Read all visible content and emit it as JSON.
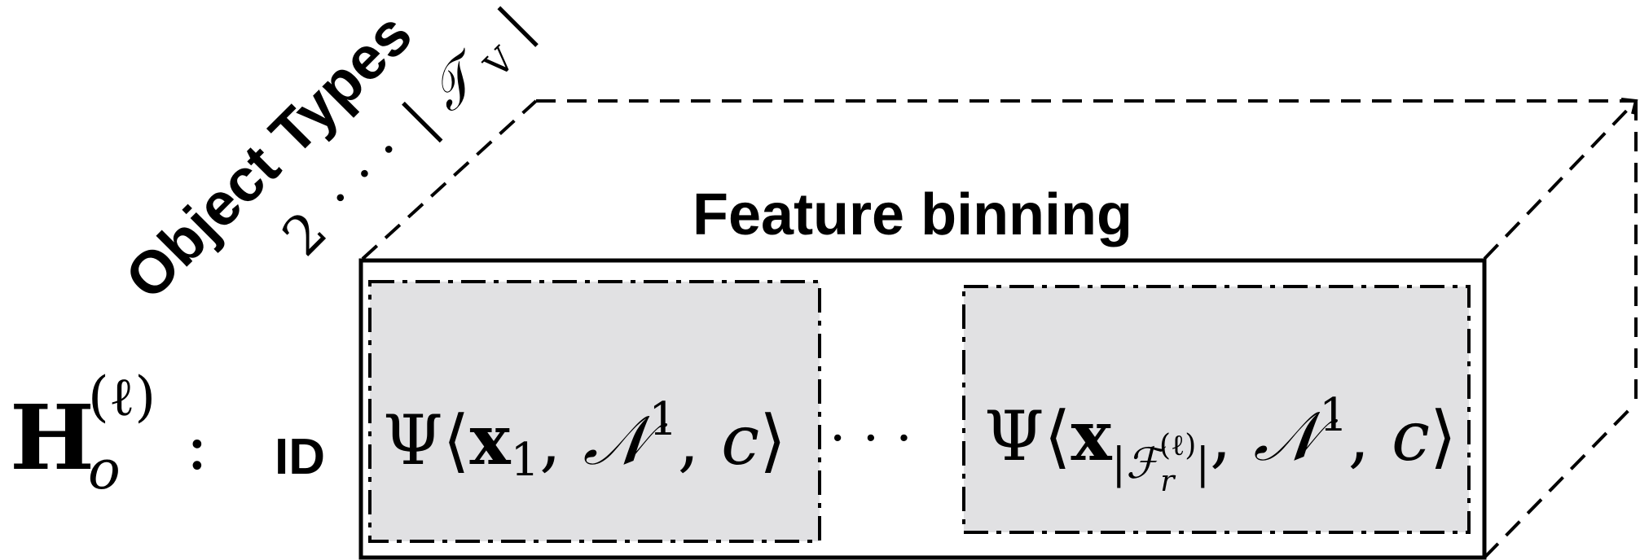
{
  "labels": {
    "object_types": "Object Types",
    "type_range_start": "2",
    "type_range_dots": "· · ·",
    "type_set_symbol": "𝒯",
    "type_set_sub": "V",
    "feature_binning": "Feature binning",
    "h_symbol": "H",
    "h_sub": "o",
    "h_sup": "(ℓ)",
    "colon": ":",
    "id": "ID",
    "middle_dots": "· · ·"
  },
  "bins": [
    {
      "psi": "Ψ⟨",
      "x": "x",
      "x_sub": "1",
      "sep1": ", ",
      "n": "𝒩",
      "n_sup": "1",
      "sep2": ", ",
      "c": "c",
      "close": "⟩"
    },
    {
      "psi": "Ψ⟨",
      "x": "x",
      "x_sub_bar_open": "|",
      "x_sub_f": "ℱ",
      "x_sub_f_sub": "r",
      "x_sub_f_sup": "(ℓ)",
      "x_sub_bar_close": "|",
      "sep1": ", ",
      "n": "𝒩",
      "n_sup": "1",
      "sep2": ", ",
      "c": "c",
      "close": "⟩"
    }
  ],
  "colors": {
    "stroke": "#000000",
    "bin_fill": "#e1e1e3",
    "background": "#ffffff"
  }
}
